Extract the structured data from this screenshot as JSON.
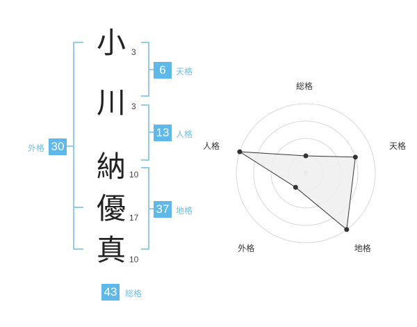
{
  "name": {
    "characters": [
      {
        "char": "小",
        "strokes": "3"
      },
      {
        "char": "川",
        "strokes": "3"
      },
      {
        "char": "納",
        "strokes": "10"
      },
      {
        "char": "優",
        "strokes": "17"
      },
      {
        "char": "真",
        "strokes": "10"
      }
    ]
  },
  "fortunes": {
    "tenkaku": {
      "value": "6",
      "label": "天格"
    },
    "jinkaku": {
      "value": "13",
      "label": "人格"
    },
    "chikaku": {
      "value": "37",
      "label": "地格"
    },
    "gaikaku": {
      "value": "30",
      "label": "外格"
    },
    "soukaku": {
      "value": "43",
      "label": "総格"
    }
  },
  "colors": {
    "accent": "#5fb8ea",
    "accent_label": "#6cbfe9",
    "bracket": "#8fcdf0",
    "text": "#222222",
    "radar_fill": "#eeeeee",
    "radar_line": "#333333"
  },
  "chart_data": {
    "type": "radar",
    "axes": [
      "総格",
      "天格",
      "地格",
      "外格",
      "人格"
    ],
    "max": 4,
    "values": [
      1,
      3,
      4,
      1,
      4
    ]
  }
}
